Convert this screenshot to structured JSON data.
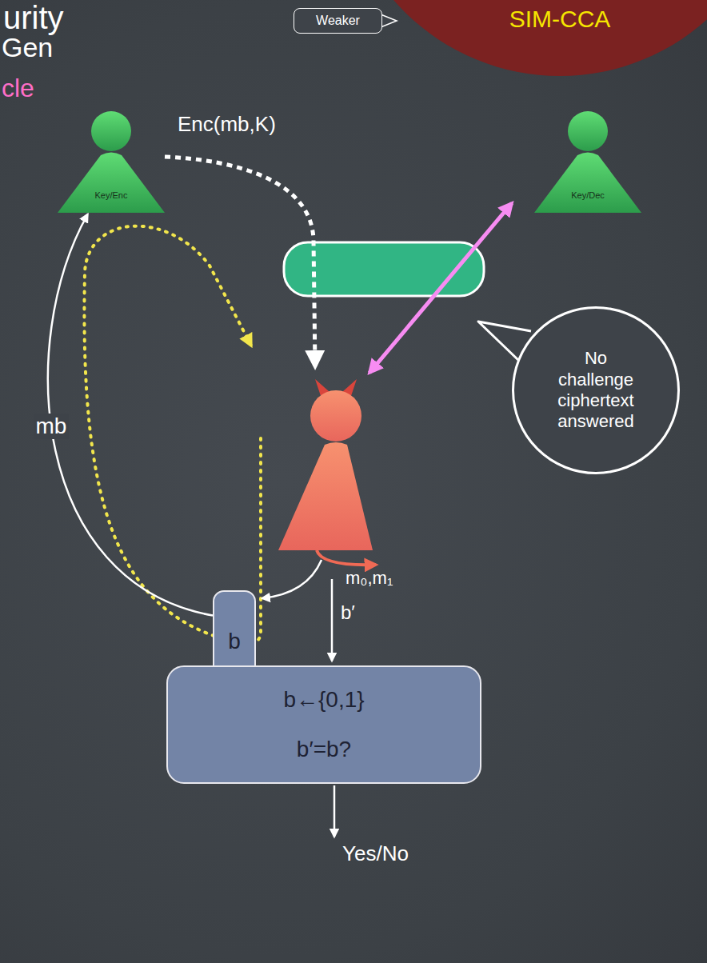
{
  "diagram": {
    "nodes": [
      {
        "text": [
          "Weaker"
        ]
      },
      {
        "text": [
          "SIM-CCA"
        ]
      },
      {
        "text": [
          "Key/Enc"
        ]
      },
      {
        "text": [
          "Key/Dec"
        ]
      },
      {
        "text": [
          "No challenge ciphertext answered"
        ]
      },
      {
        "text": [
          "b"
        ]
      },
      {
        "text": [
          "b←{0,1}",
          "b′=b?"
        ]
      }
    ],
    "edges": [
      {
        "from": 5,
        "to": 2,
        "label": "mb",
        "arrow": "to"
      }
    ],
    "labels": [
      "urity",
      "Gen",
      "cle",
      "Enc(mb,K)",
      "m₀,m₁",
      "b′",
      "Yes/No"
    ]
  }
}
